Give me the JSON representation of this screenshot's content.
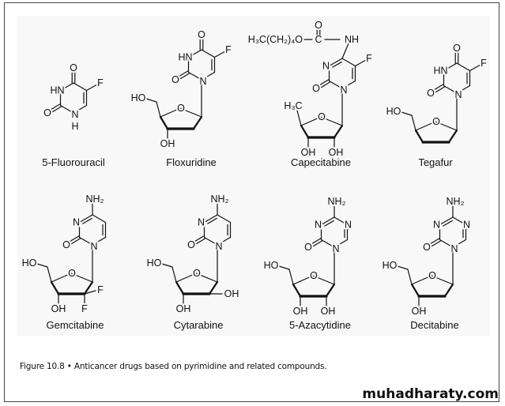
{
  "figure": {
    "caption_label": "Figure 10.8",
    "caption_bullet": "•",
    "caption_text": "Anticancer drugs based on pyrimidine and related compounds.",
    "watermark": "muhadharaty.com"
  },
  "molecules": [
    {
      "name": "5-Fluorouracil",
      "labels": {
        "O4": "O",
        "F": "F",
        "N3": "HN",
        "O2": "O",
        "N1": "N",
        "H1": "H"
      }
    },
    {
      "name": "Floxuridine",
      "labels": {
        "O4": "O",
        "F": "F",
        "N3": "HN",
        "O2": "O",
        "N1": "N",
        "O4s": "O",
        "HO5": "HO",
        "OH3": "OH"
      }
    },
    {
      "name": "Capecitabine",
      "labels": {
        "chain": "H₃C(CH₂)₄O",
        "Cc": "C",
        "Oc": "O",
        "NH": "NH",
        "F": "F",
        "N3": "N",
        "O2": "O",
        "N1": "N",
        "O4s": "O",
        "CH3": "H₃C",
        "OH3": "OH",
        "OH2": "OH"
      }
    },
    {
      "name": "Tegafur",
      "labels": {
        "O4": "O",
        "F": "F",
        "N3": "HN",
        "O2": "O",
        "N1": "N",
        "O4s": "O",
        "HO5": "HO"
      }
    },
    {
      "name": "Gemcitabine",
      "labels": {
        "NH2": "NH₂",
        "N3": "N",
        "O2": "O",
        "N1": "N",
        "O4s": "O",
        "HO5": "HO",
        "OH3": "OH",
        "F1": "F",
        "F2": "F"
      }
    },
    {
      "name": "Cytarabine",
      "labels": {
        "NH2": "NH₂",
        "N3": "N",
        "O2": "O",
        "N1": "N",
        "O4s": "O",
        "HO5": "HO",
        "OH3": "OH",
        "OH2r": "OH"
      }
    },
    {
      "name": "5-Azacytidine",
      "labels": {
        "NH2": "NH₂",
        "N3": "N",
        "N5": "N",
        "O2": "O",
        "N1": "N",
        "O4s": "O",
        "HO5": "HO",
        "OH3": "OH",
        "OH2": "OH"
      }
    },
    {
      "name": "Decitabine",
      "labels": {
        "NH2": "NH₂",
        "N3": "N",
        "N5": "N",
        "O2": "O",
        "N1": "N",
        "O4s": "O",
        "HO5": "HO",
        "OH3": "OH"
      }
    }
  ]
}
